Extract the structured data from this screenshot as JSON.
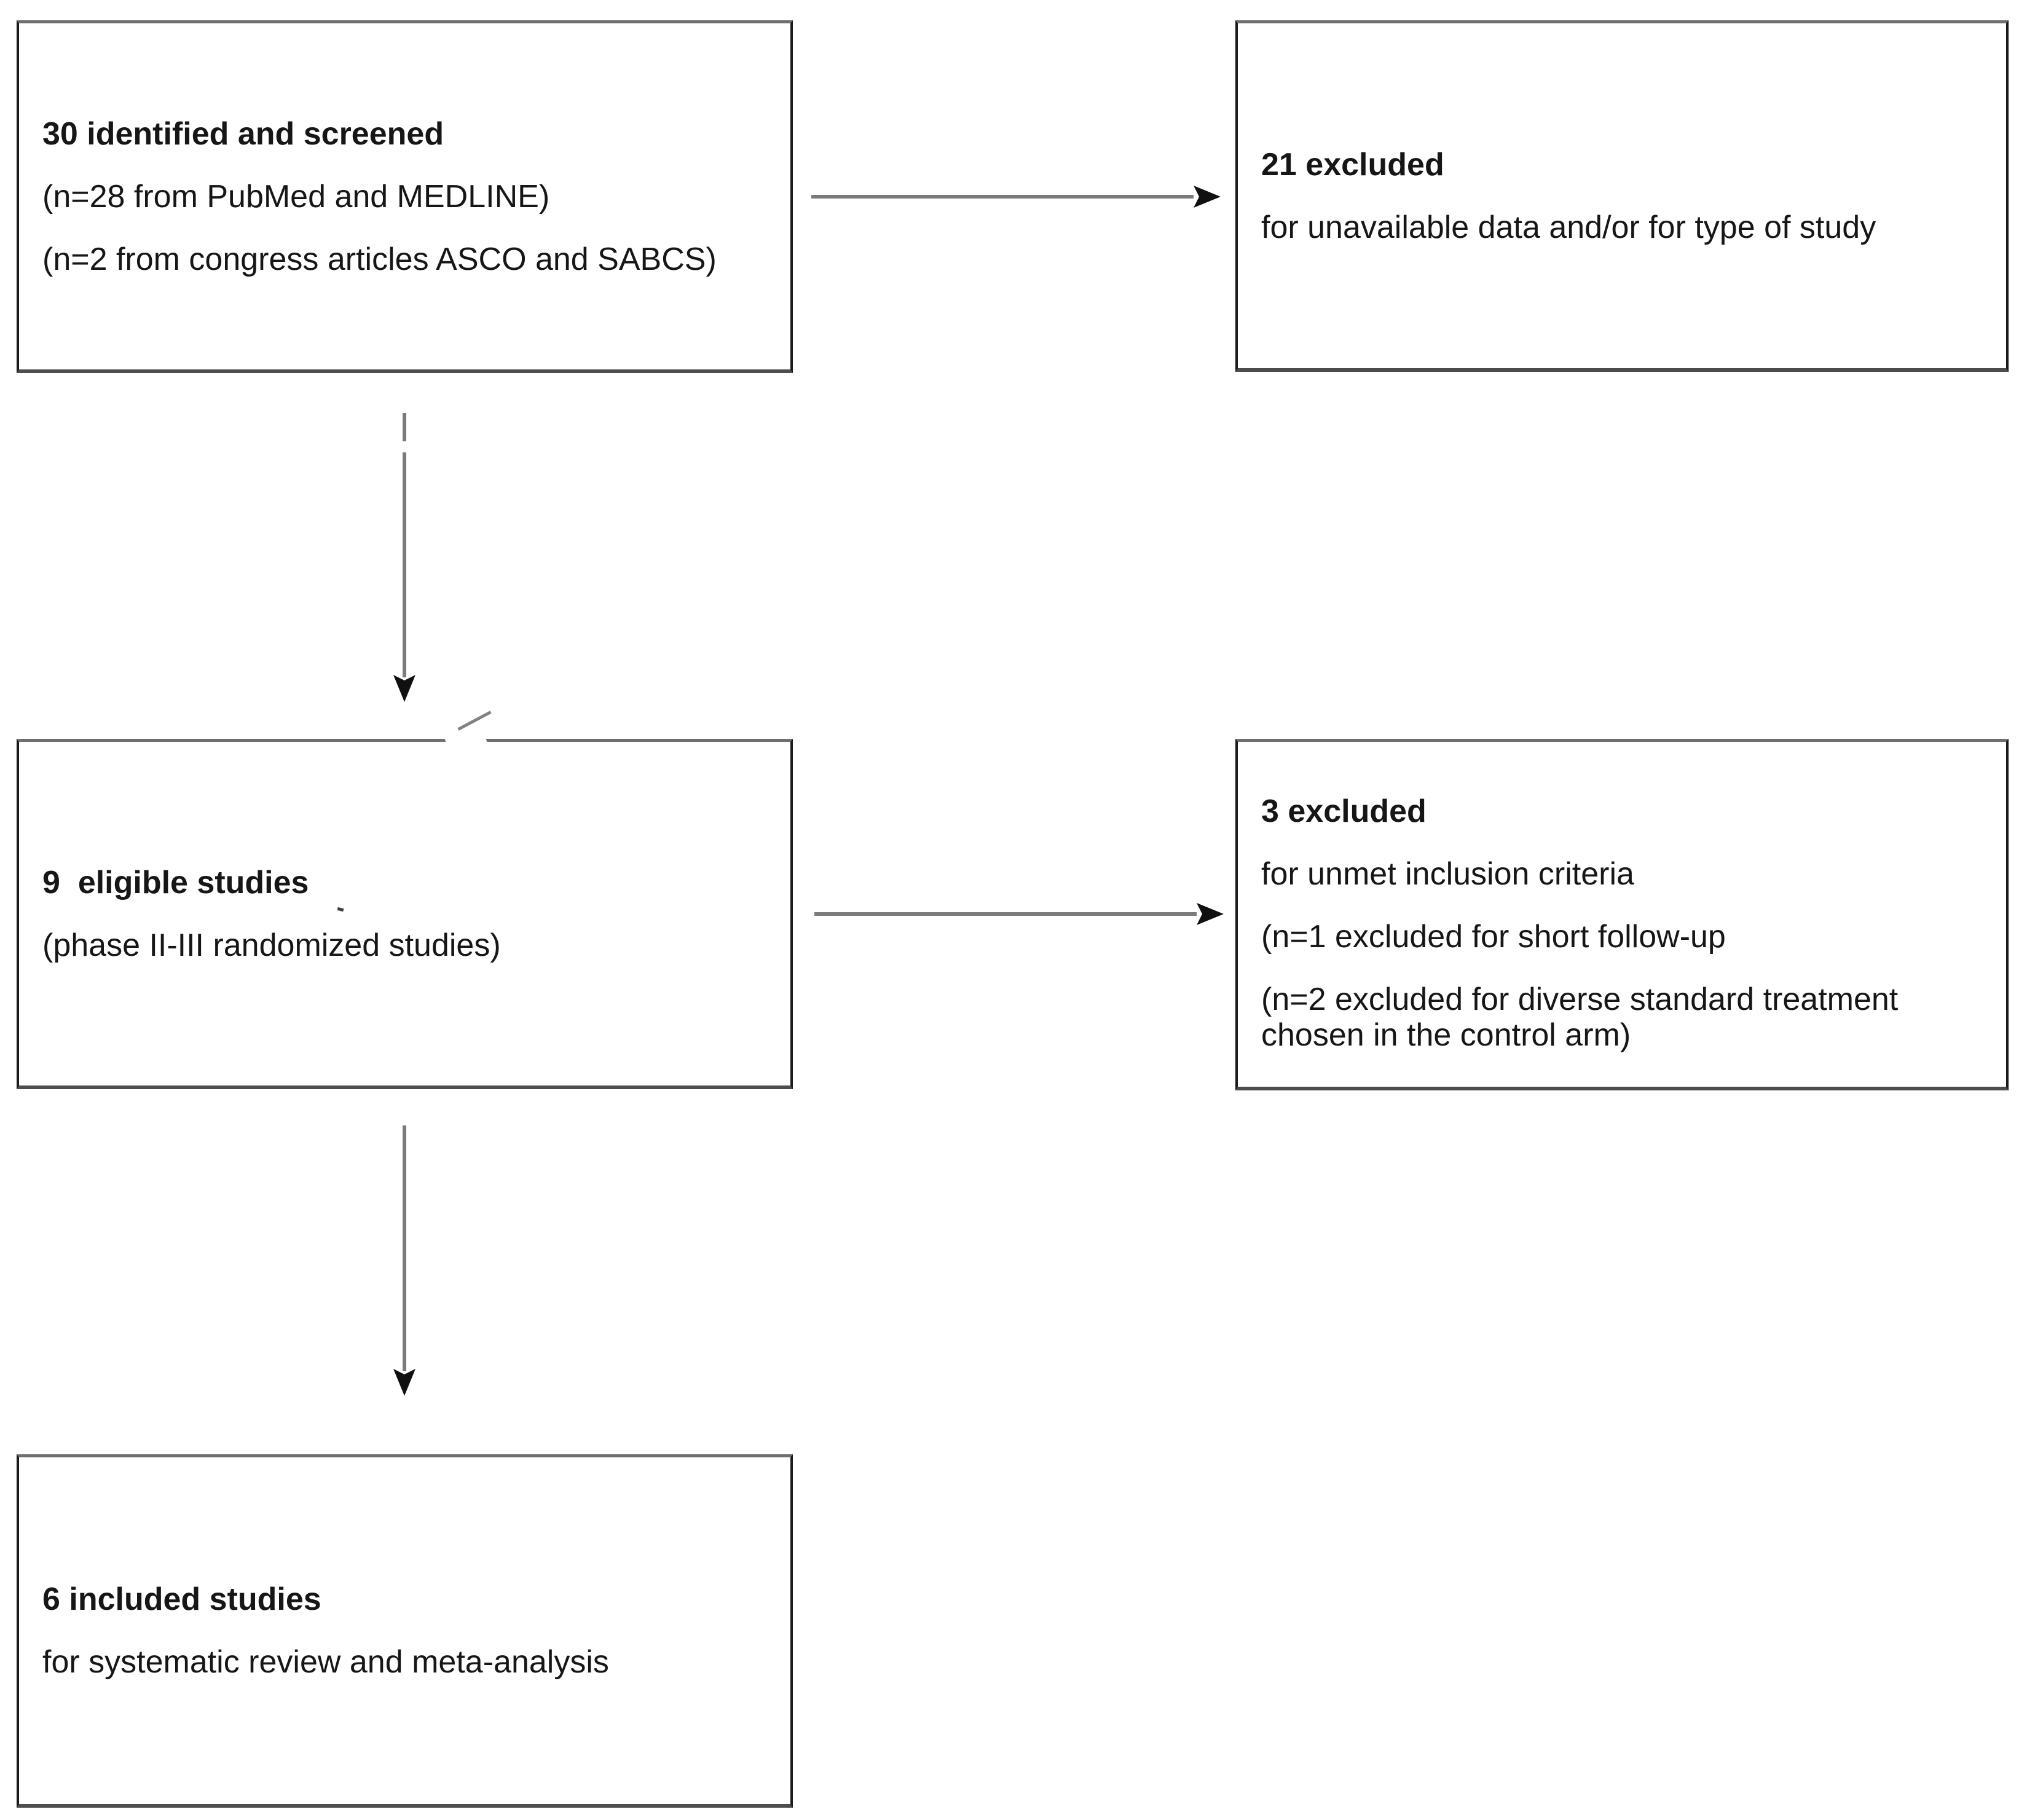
{
  "figure": {
    "type": "study-selection-flow-diagram",
    "colors": {
      "background": "#ffffff",
      "text": "#161616",
      "border_horizontal": "#6f6f6f",
      "border_vertical": "#1b1b1b",
      "arrow_shaft": "#7b7b7b",
      "arrow_head": "#101010"
    },
    "boxes": [
      {
        "heading": "30 identified and screened",
        "lines": [
          "(n=28 from PubMed and MEDLINE)",
          "(n=2 from congress articles ASCO and SABCS)"
        ]
      },
      {
        "heading": "21 excluded",
        "lines": [
          "for unavailable data and/or for type of study"
        ]
      },
      {
        "heading": "9  eligible studies",
        "lines": [
          "(phase II-III randomized studies)"
        ]
      },
      {
        "heading": "3 excluded",
        "lines": [
          "for unmet inclusion criteria",
          "(n=1 excluded for short follow-up",
          "(n=2 excluded for diverse standard treatment chosen in the control arm)"
        ]
      },
      {
        "heading": "6 included studies",
        "lines": [
          "for systematic review and meta-analysis"
        ]
      }
    ],
    "arrows": [
      {
        "from": "identified-screened",
        "to": "excluded-screening",
        "direction": "right"
      },
      {
        "from": "identified-screened",
        "to": "eligible-studies",
        "direction": "down"
      },
      {
        "from": "eligible-studies",
        "to": "excluded-eligibility",
        "direction": "right"
      },
      {
        "from": "eligible-studies",
        "to": "included-studies",
        "direction": "down"
      }
    ]
  }
}
